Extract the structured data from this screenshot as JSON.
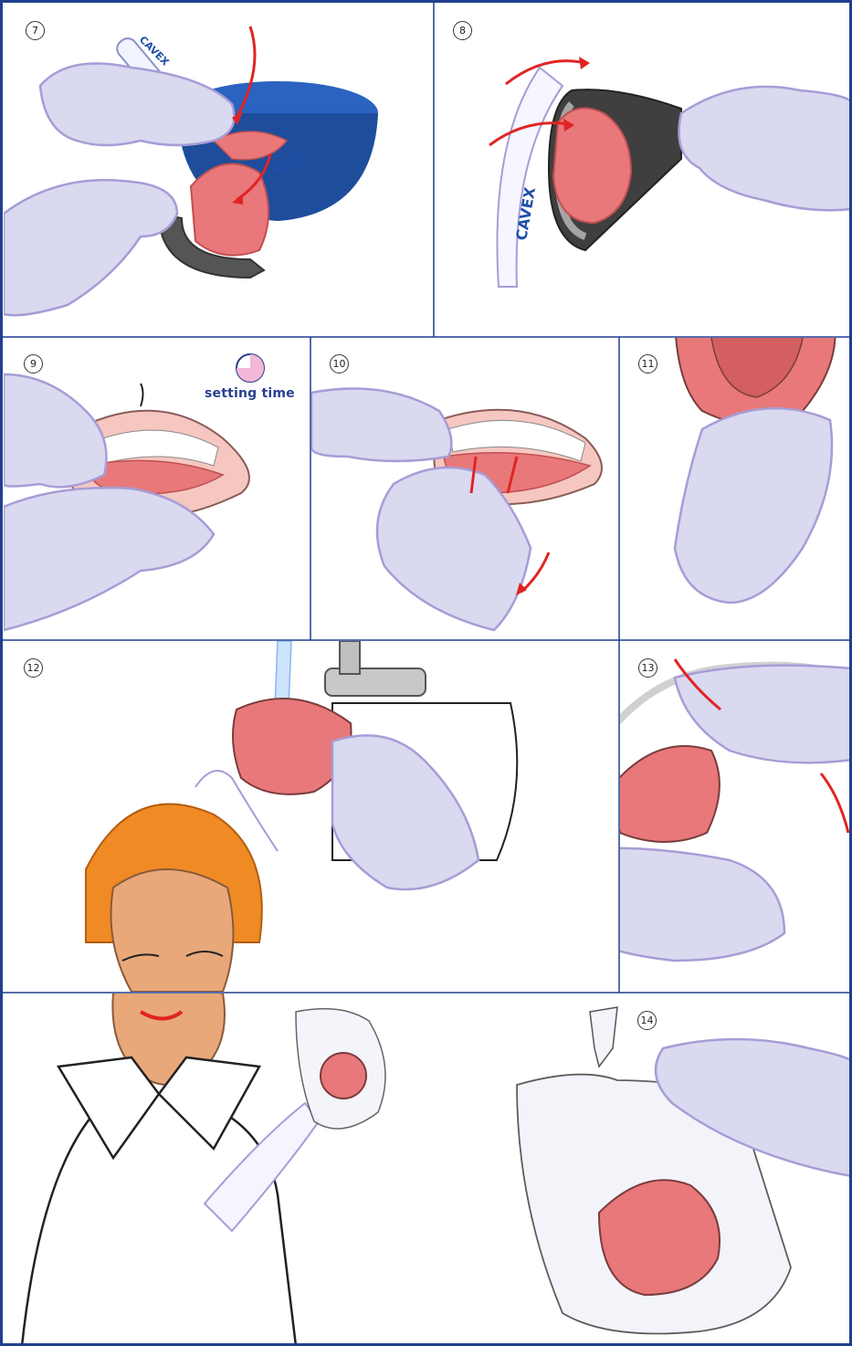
{
  "steps": {
    "s7": "7",
    "s8": "8",
    "s9": "9",
    "s10": "10",
    "s11": "11",
    "s12": "12",
    "s13": "13",
    "s14": "14"
  },
  "setting_time_label": "setting time",
  "brand_text": "CAVEX",
  "colors": {
    "panel_border": "#1f3f8f",
    "glove": "#d9d9f0",
    "glove_outline": "#a89cd6",
    "impression_pink": "#e8787a",
    "bowl_blue": "#1e4d9c",
    "tray_dark": "#444444",
    "arrow_red": "#e02424",
    "hair_orange": "#f08a24",
    "skin": "#e8a87a"
  },
  "icons": {
    "timer": "half-filled-clock-icon",
    "arrows": "red-motion-arrow-icon"
  }
}
